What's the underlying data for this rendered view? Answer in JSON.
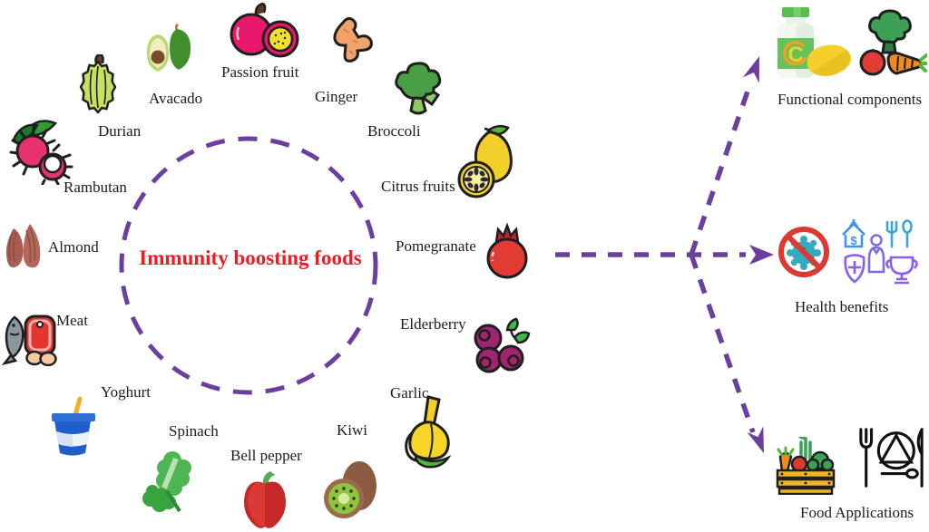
{
  "center": {
    "label": "Immunity boosting foods"
  },
  "foods": [
    {
      "icon": "passion-fruit-icon",
      "label": "Passion fruit"
    },
    {
      "icon": "ginger-icon",
      "label": "Ginger"
    },
    {
      "icon": "broccoli-icon",
      "label": "Broccoli"
    },
    {
      "icon": "citrus-fruits-icon",
      "label": "Citrus fruits"
    },
    {
      "icon": "pomegranate-icon",
      "label": "Pomegranate"
    },
    {
      "icon": "elderberry-icon",
      "label": "Elderberry"
    },
    {
      "icon": "garlic-icon",
      "label": "Garlic"
    },
    {
      "icon": "kiwi-icon",
      "label": "Kiwi"
    },
    {
      "icon": "bell-pepper-icon",
      "label": "Bell pepper"
    },
    {
      "icon": "spinach-icon",
      "label": "Spinach"
    },
    {
      "icon": "yoghurt-icon",
      "label": "Yoghurt"
    },
    {
      "icon": "meat-icon",
      "label": "Meat"
    },
    {
      "icon": "almond-icon",
      "label": "Almond"
    },
    {
      "icon": "rambutan-icon",
      "label": "Rambutan"
    },
    {
      "icon": "durian-icon",
      "label": "Durian"
    },
    {
      "icon": "avacado-icon",
      "label": "Avacado"
    }
  ],
  "outcomes": [
    {
      "label": "Functional components",
      "icons": [
        "vitamin-c-bottle-icon",
        "lemon-icon",
        "vegetables-icon"
      ],
      "bottle_letter": "C"
    },
    {
      "label": "Health benefits",
      "icons": [
        "no-virus-icon",
        "benefit-icons-cluster"
      ],
      "dollar_sign": "$"
    },
    {
      "label": "Food Applications",
      "icons": [
        "vegetable-crate-icon",
        "dining-setting-icon"
      ]
    }
  ],
  "colors": {
    "arrow": "#6b3fa0",
    "center_text": "#ed1c24",
    "label_text": "#1c1c1c"
  }
}
